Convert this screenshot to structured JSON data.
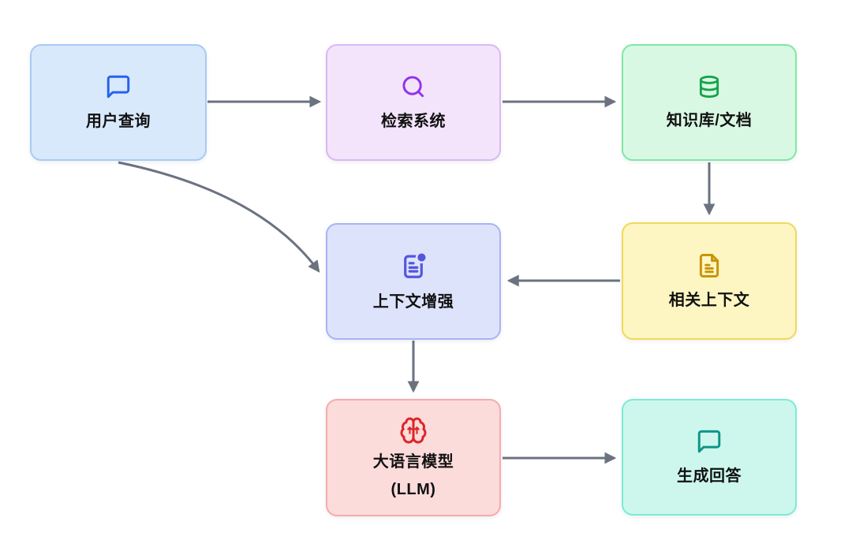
{
  "diagram": {
    "type": "flowchart",
    "background": "#ffffff",
    "edge_color": "#6b7280",
    "text_color": "#111111",
    "nodes": [
      {
        "id": "user-query",
        "label": "用户查询",
        "icon": "chat-bubble-icon",
        "fill": "#d9e9fc",
        "border": "#a6cbf5",
        "icon_color": "#2563eb"
      },
      {
        "id": "retrieval-system",
        "label": "检索系统",
        "icon": "search-icon",
        "fill": "#f3e4fc",
        "border": "#d9b8f5",
        "icon_color": "#9333ea"
      },
      {
        "id": "knowledge-base",
        "label": "知识库/文档",
        "icon": "database-icon",
        "fill": "#d9f8e4",
        "border": "#7fe8a5",
        "icon_color": "#16a34a"
      },
      {
        "id": "context-augmentation",
        "label": "上下文增强",
        "icon": "document-badge-icon",
        "fill": "#dde3fb",
        "border": "#a9b3f7",
        "icon_color": "#5456dd"
      },
      {
        "id": "relevant-context",
        "label": "相关上下文",
        "icon": "document-icon",
        "fill": "#fdf6c3",
        "border": "#f0da58",
        "icon_color": "#c9940b"
      },
      {
        "id": "llm",
        "label": "大语言模型",
        "sublabel": "(LLM)",
        "icon": "brain-icon",
        "fill": "#fcdbdb",
        "border": "#f7abab",
        "icon_color": "#dc2626"
      },
      {
        "id": "generate-answer",
        "label": "生成回答",
        "icon": "chat-bubble-icon",
        "fill": "#cdf7ed",
        "border": "#79ecd6",
        "icon_color": "#0d9488"
      }
    ],
    "edges": [
      {
        "from": "user-query",
        "to": "retrieval-system",
        "style": "straight"
      },
      {
        "from": "retrieval-system",
        "to": "knowledge-base",
        "style": "straight"
      },
      {
        "from": "knowledge-base",
        "to": "relevant-context",
        "style": "straight"
      },
      {
        "from": "relevant-context",
        "to": "context-augmentation",
        "style": "straight"
      },
      {
        "from": "user-query",
        "to": "context-augmentation",
        "style": "curved"
      },
      {
        "from": "context-augmentation",
        "to": "llm",
        "style": "straight"
      },
      {
        "from": "llm",
        "to": "generate-answer",
        "style": "straight"
      }
    ]
  }
}
